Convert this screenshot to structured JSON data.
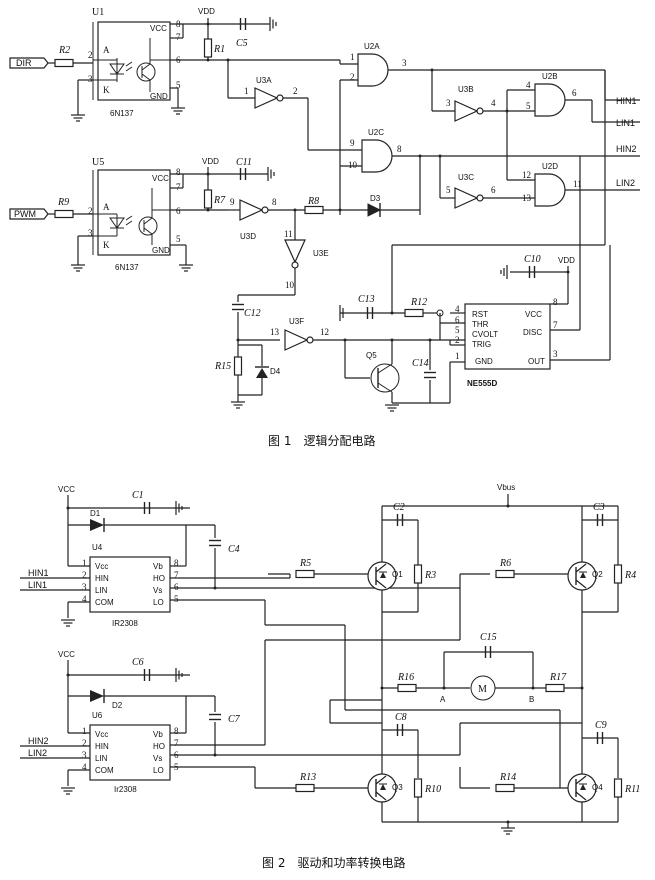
{
  "figure1": {
    "caption": "图 1　逻辑分配电路",
    "nets": {
      "vdd": "VDD",
      "vcc": "VCC",
      "gnd": "GND"
    },
    "inputs": {
      "dir": "DIR",
      "pwm": "PWM"
    },
    "outputs": [
      "HIN1",
      "LIN1",
      "HIN2",
      "LIN2"
    ],
    "optocouplers": [
      {
        "ref": "U1",
        "part": "6N137",
        "pins": [
          "2",
          "3",
          "8",
          "7",
          "6",
          "5"
        ],
        "anode": "A",
        "cathode": "K"
      },
      {
        "ref": "U5",
        "part": "6N137",
        "pins": [
          "2",
          "3",
          "8",
          "7",
          "6",
          "5"
        ],
        "anode": "A",
        "cathode": "K"
      }
    ],
    "gates": [
      {
        "ref": "U2A",
        "pins": [
          "1",
          "2",
          "3"
        ]
      },
      {
        "ref": "U2B",
        "pins": [
          "4",
          "5",
          "6"
        ]
      },
      {
        "ref": "U2C",
        "pins": [
          "9",
          "10",
          "8"
        ]
      },
      {
        "ref": "U2D",
        "pins": [
          "12",
          "13",
          "11"
        ]
      },
      {
        "ref": "U3A",
        "pins": [
          "1",
          "2"
        ]
      },
      {
        "ref": "U3B",
        "pins": [
          "3",
          "4"
        ]
      },
      {
        "ref": "U3C",
        "pins": [
          "5",
          "6"
        ]
      },
      {
        "ref": "U3D",
        "pins": [
          "9",
          "8"
        ]
      },
      {
        "ref": "U3E",
        "pins": [
          "11",
          "10"
        ]
      },
      {
        "ref": "U3F",
        "pins": [
          "13",
          "12"
        ]
      }
    ],
    "timer": {
      "ref": "NE555D",
      "pin_labels": [
        "RST",
        "THR",
        "CVOLT",
        "TRIG",
        "GND",
        "VCC",
        "DISC",
        "OUT"
      ],
      "pin_numbers": [
        "4",
        "6",
        "5",
        "2",
        "1",
        "8",
        "7",
        "3"
      ]
    },
    "resistors": [
      "R2",
      "R1",
      "R9",
      "R7",
      "R8",
      "R12",
      "R15"
    ],
    "capacitors": [
      "C5",
      "C11",
      "C10",
      "C13",
      "C12",
      "C14"
    ],
    "diodes": [
      "D3",
      "D4"
    ],
    "transistors": [
      "Q5"
    ]
  },
  "figure2": {
    "caption": "图 2　驱动和功率转换电路",
    "nets": {
      "vcc": "VCC",
      "vbus": "Vbus"
    },
    "drivers": [
      {
        "ref": "U4",
        "part": "IR2308",
        "pin_labels": [
          "Vcc",
          "HIN",
          "LIN",
          "COM",
          "Vb",
          "HO",
          "Vs",
          "LO"
        ],
        "pin_numbers": [
          "1",
          "2",
          "3",
          "4",
          "8",
          "7",
          "6",
          "5"
        ],
        "inputs": [
          "HIN1",
          "LIN1"
        ]
      },
      {
        "ref": "U6",
        "part": "Ir2308",
        "pin_labels": [
          "Vcc",
          "HIN",
          "LIN",
          "COM",
          "Vb",
          "HO",
          "Vs",
          "LO"
        ],
        "pin_numbers": [
          "1",
          "2",
          "3",
          "4",
          "8",
          "7",
          "6",
          "5"
        ],
        "inputs": [
          "HIN2",
          "LIN2"
        ]
      }
    ],
    "diodes": [
      "D1",
      "D2"
    ],
    "capacitors": [
      "C1",
      "C4",
      "C6",
      "C7",
      "C2",
      "C3",
      "C8",
      "C9",
      "C15"
    ],
    "transistors": [
      "Q1",
      "Q2",
      "Q3",
      "Q4"
    ],
    "resistors": [
      "R5",
      "R3",
      "R6",
      "R4",
      "R16",
      "R17",
      "R13",
      "R10",
      "R14",
      "R11"
    ],
    "motor": {
      "symbol": "M",
      "node_a": "A",
      "node_b": "B"
    }
  }
}
